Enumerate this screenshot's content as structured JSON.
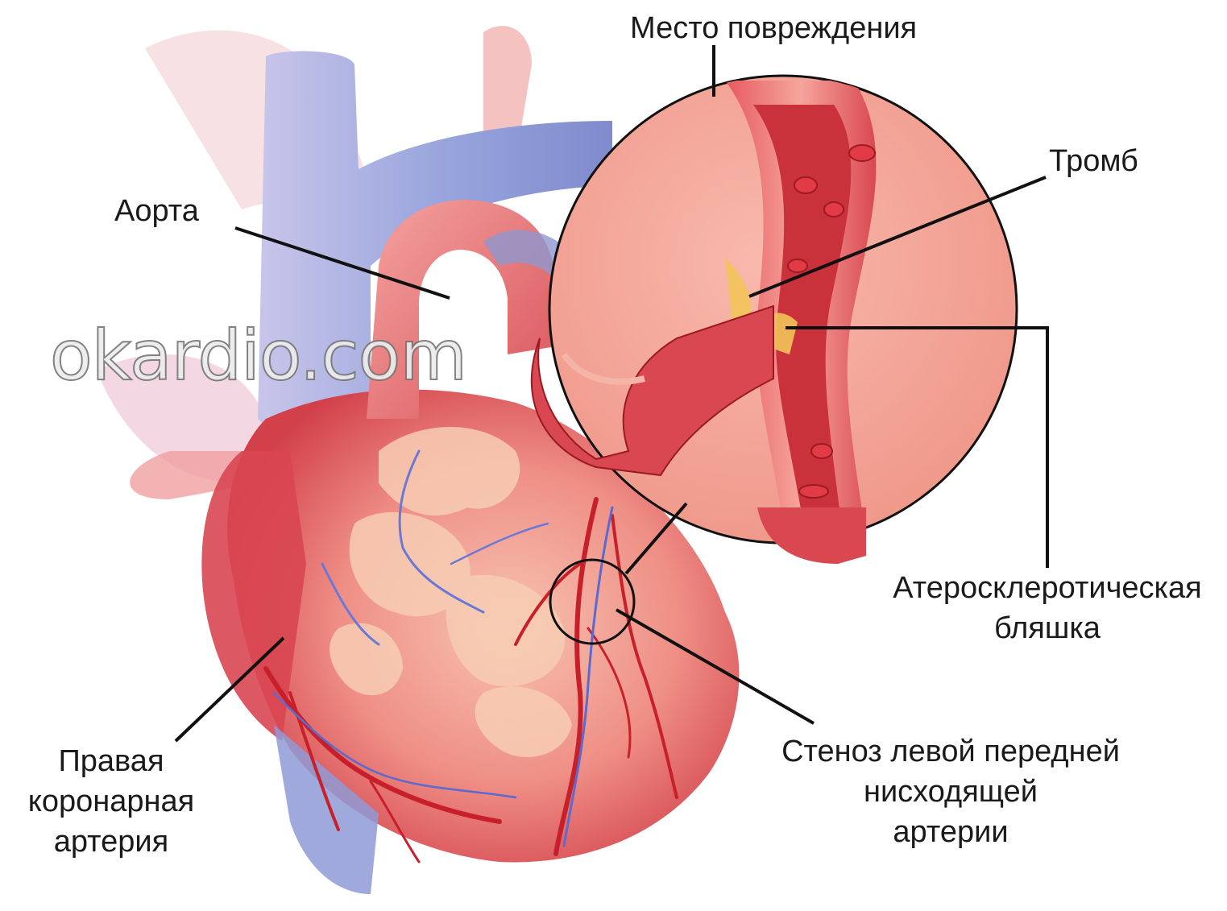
{
  "labels": {
    "damage_site": "Место повреждения",
    "thrombus": "Тромб",
    "aorta": "Аорта",
    "plaque_line1": "Атеросклеротическая",
    "plaque_line2": "бляшка",
    "rca_line1": "Правая",
    "rca_line2": "коронарная",
    "rca_line3": "артерия",
    "lad_line1": "Стеноз левой передней",
    "lad_line2": "нисходящей",
    "lad_line3": "артерии"
  },
  "watermark": "okardio.com",
  "colors": {
    "heart_red": "#d9454c",
    "heart_pink": "#f2a79a",
    "vein_blue": "#8fa0d8",
    "leader_line": "#111111",
    "inset_fill": "#f3a79a"
  }
}
